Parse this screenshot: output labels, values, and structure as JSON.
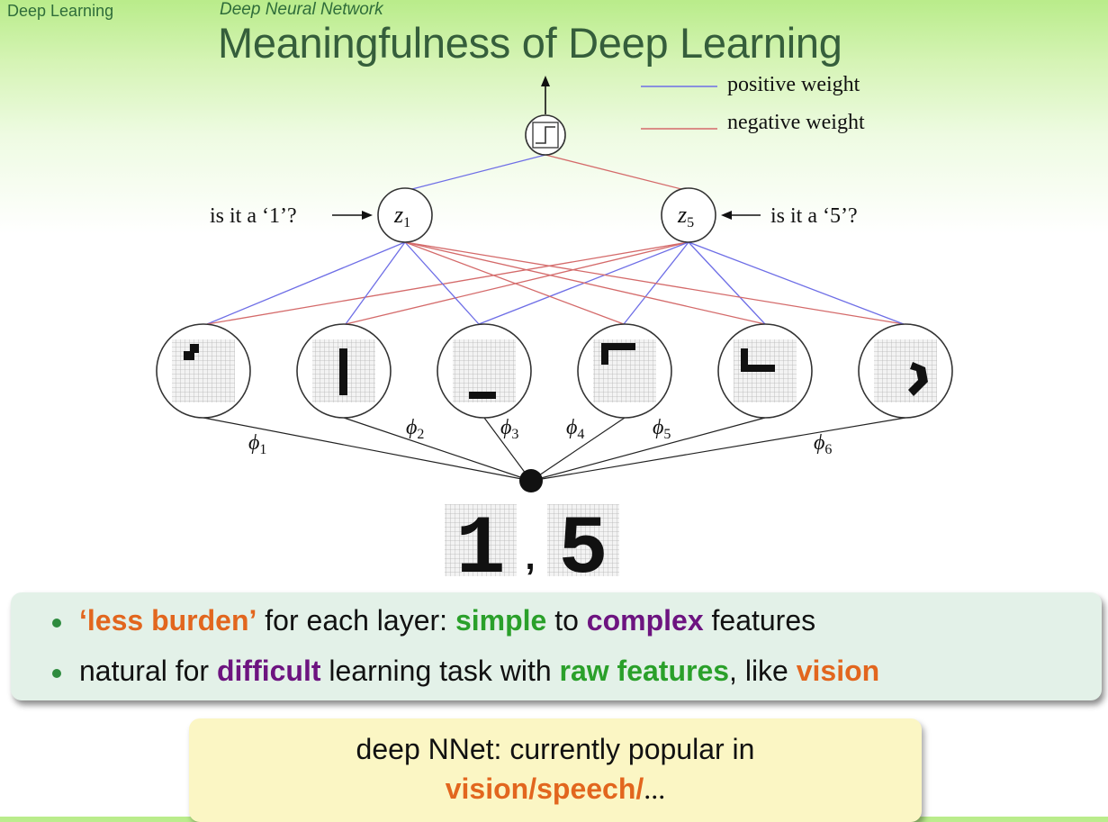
{
  "header": {
    "course": "Deep Learning",
    "section": "Deep Neural Network",
    "title": "Meaningfulness of Deep Learning"
  },
  "legend": {
    "positive": {
      "label": "positive weight",
      "color": "#6e6ee6"
    },
    "negative": {
      "label": "negative weight",
      "color": "#d46a6a"
    }
  },
  "diagram": {
    "output_icon": "step-function-icon",
    "hidden": [
      {
        "id": "z1",
        "var": "z",
        "sub": "1",
        "question": "is it a ‘1’?"
      },
      {
        "id": "z5",
        "var": "z",
        "sub": "5",
        "question": "is it a ‘5’?"
      }
    ],
    "features": [
      {
        "id": "phi1",
        "var": "ϕ",
        "sub": "1",
        "icon": "pixel-stroke-tick-icon"
      },
      {
        "id": "phi2",
        "var": "ϕ",
        "sub": "2",
        "icon": "pixel-vertical-bar-icon"
      },
      {
        "id": "phi3",
        "var": "ϕ",
        "sub": "3",
        "icon": "pixel-bottom-bar-icon"
      },
      {
        "id": "phi4",
        "var": "ϕ",
        "sub": "4",
        "icon": "pixel-top-corner-icon"
      },
      {
        "id": "phi5",
        "var": "ϕ",
        "sub": "5",
        "icon": "pixel-bottom-corner-icon"
      },
      {
        "id": "phi6",
        "var": "ϕ",
        "sub": "6",
        "icon": "pixel-curve-icon"
      }
    ],
    "digits": {
      "first": "1",
      "sep": ",",
      "second": "5"
    }
  },
  "bullets": [
    {
      "parts": [
        {
          "text": "‘less burden’",
          "style": "orange"
        },
        {
          "text": " for each layer: ",
          "style": "plain"
        },
        {
          "text": "simple",
          "style": "green"
        },
        {
          "text": " to ",
          "style": "plain"
        },
        {
          "text": "complex",
          "style": "purple"
        },
        {
          "text": " features",
          "style": "plain"
        }
      ]
    },
    {
      "parts": [
        {
          "text": "natural for ",
          "style": "plain"
        },
        {
          "text": "difficult",
          "style": "purple"
        },
        {
          "text": " learning task with ",
          "style": "plain"
        },
        {
          "text": "raw features",
          "style": "green"
        },
        {
          "text": ", like ",
          "style": "plain"
        },
        {
          "text": "vision",
          "style": "orange"
        }
      ]
    }
  ],
  "note": {
    "line1": "deep NNet: currently popular in",
    "line2_highlight": "vision/speech/",
    "line2_tail": "..."
  }
}
